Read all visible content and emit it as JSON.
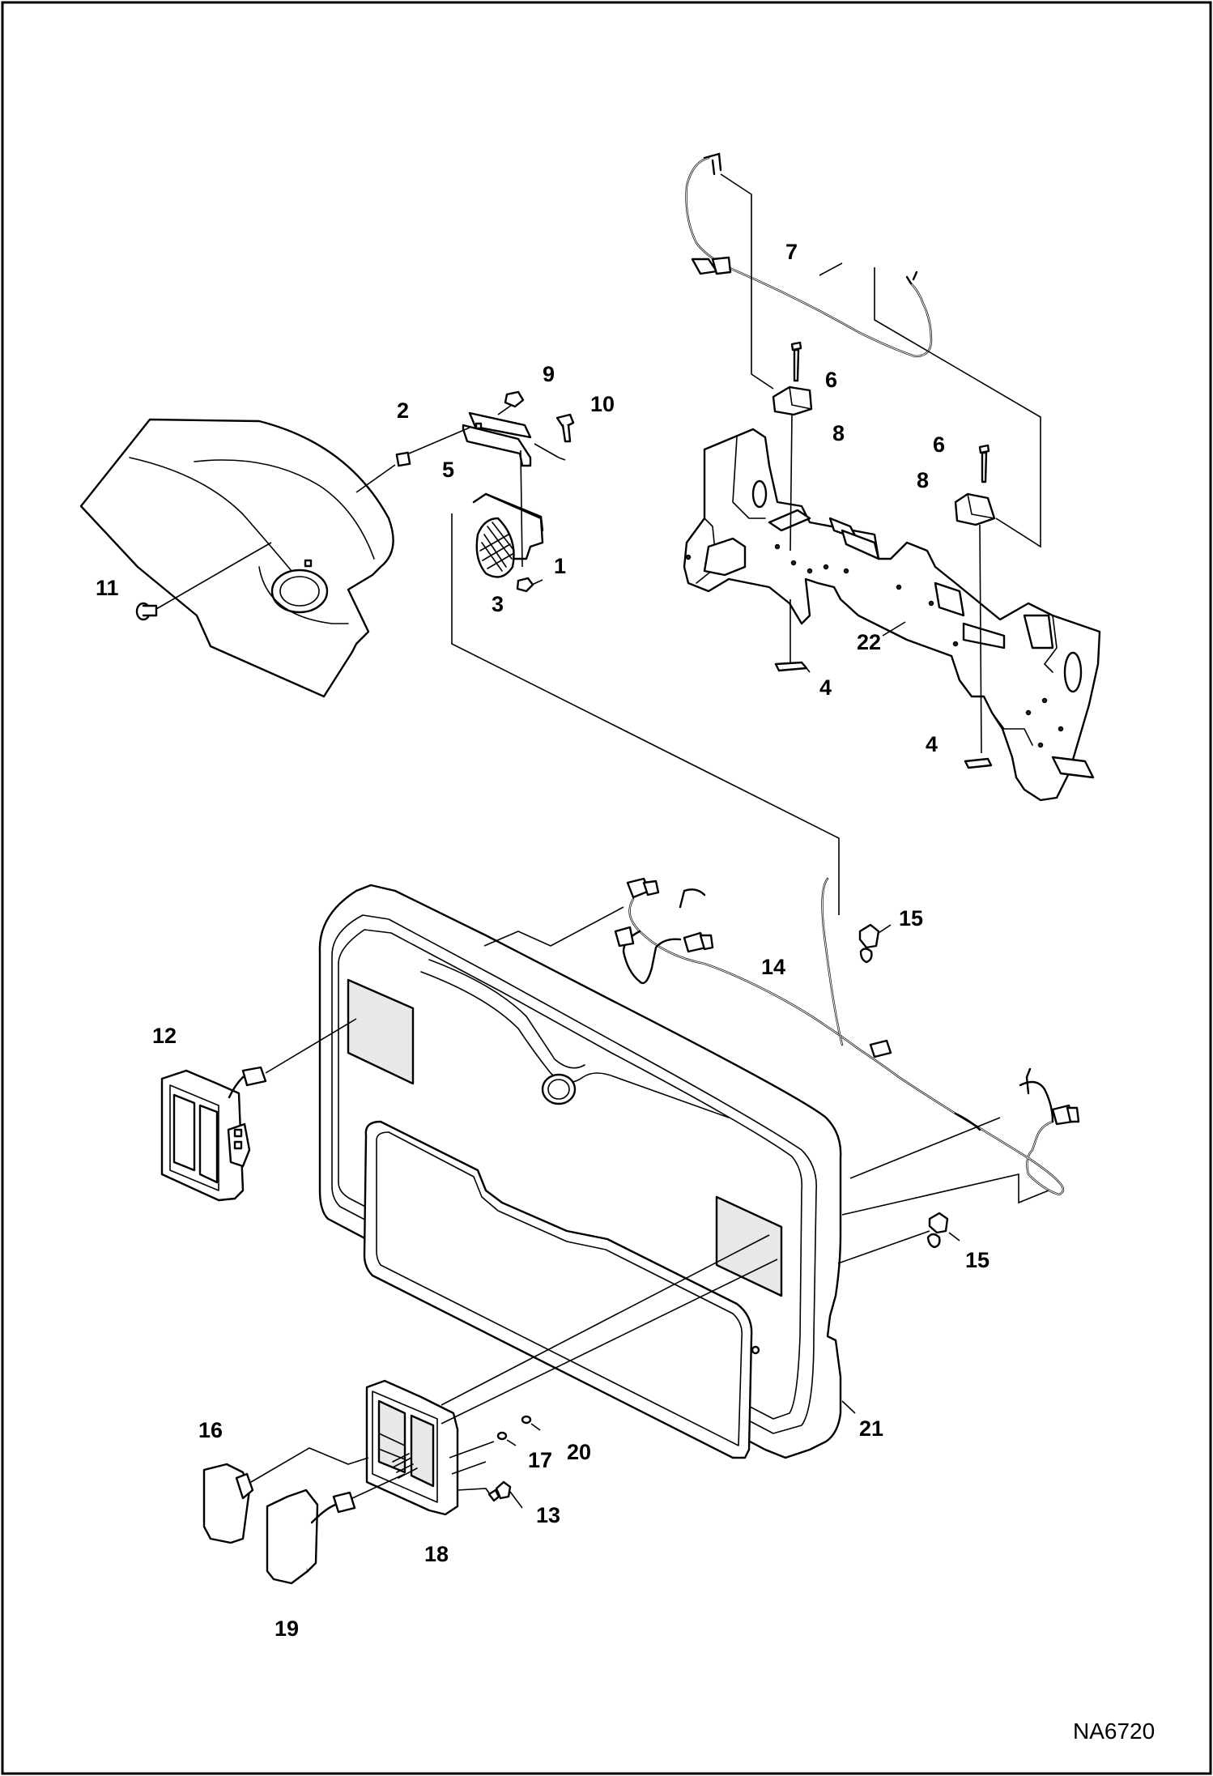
{
  "figure_id": "NA6720",
  "callouts": [
    {
      "id": "c1",
      "label": "1"
    },
    {
      "id": "c2",
      "label": "2"
    },
    {
      "id": "c3",
      "label": "3"
    },
    {
      "id": "c4a",
      "label": "4"
    },
    {
      "id": "c4b",
      "label": "4"
    },
    {
      "id": "c5",
      "label": "5"
    },
    {
      "id": "c6a",
      "label": "6"
    },
    {
      "id": "c6b",
      "label": "6"
    },
    {
      "id": "c7",
      "label": "7"
    },
    {
      "id": "c8a",
      "label": "8"
    },
    {
      "id": "c8b",
      "label": "8"
    },
    {
      "id": "c9",
      "label": "9"
    },
    {
      "id": "c10",
      "label": "10"
    },
    {
      "id": "c11",
      "label": "11"
    },
    {
      "id": "c12",
      "label": "12"
    },
    {
      "id": "c13",
      "label": "13"
    },
    {
      "id": "c14",
      "label": "14"
    },
    {
      "id": "c15a",
      "label": "15"
    },
    {
      "id": "c15b",
      "label": "15"
    },
    {
      "id": "c16",
      "label": "16"
    },
    {
      "id": "c17",
      "label": "17"
    },
    {
      "id": "c18",
      "label": "18"
    },
    {
      "id": "c19",
      "label": "19"
    },
    {
      "id": "c20",
      "label": "20"
    },
    {
      "id": "c21",
      "label": "21"
    },
    {
      "id": "c22",
      "label": "22"
    }
  ]
}
